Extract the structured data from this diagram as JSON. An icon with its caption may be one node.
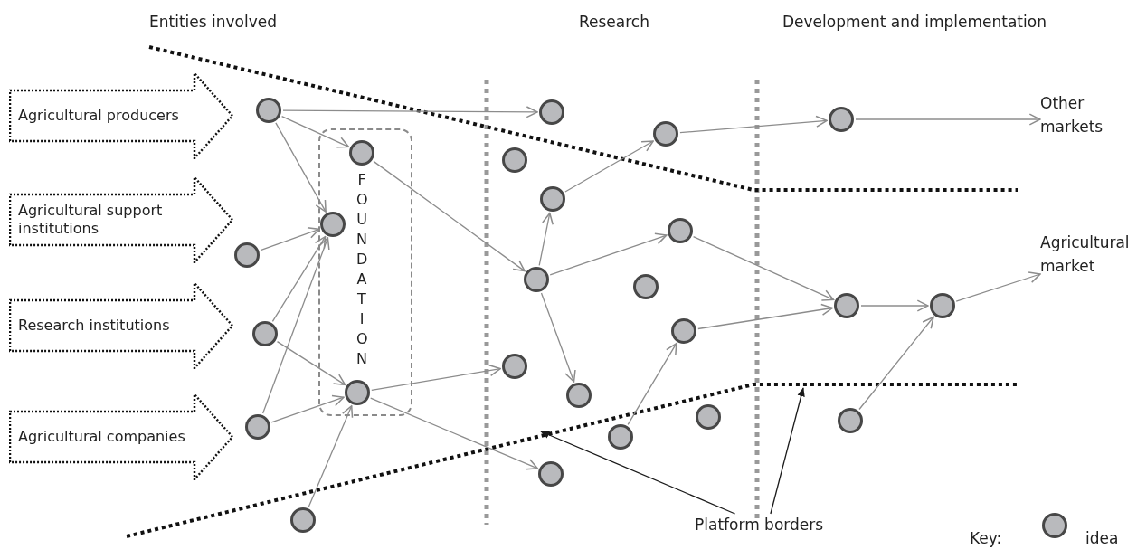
{
  "diagram": {
    "nodes": [
      {
        "text": [
          "Agricultural producers"
        ]
      },
      {
        "text": [
          "Agricultural support institutions"
        ]
      },
      {
        "text": [
          "Research institutions"
        ]
      },
      {
        "text": [
          "Agricultural companies"
        ]
      },
      {
        "text": [
          "FOUNDATION"
        ]
      },
      {
        "text": [],
        "shape": "circle"
      },
      {
        "text": [],
        "shape": "circle",
        "in": 4
      },
      {
        "text": [],
        "shape": "circle",
        "in": 4
      },
      {
        "text": [],
        "shape": "circle"
      },
      {
        "text": [],
        "shape": "circle"
      },
      {
        "text": [],
        "shape": "circle",
        "in": 4
      },
      {
        "text": [],
        "shape": "circle"
      },
      {
        "text": [],
        "shape": "circle"
      },
      {
        "text": [],
        "shape": "circle"
      },
      {
        "text": [],
        "shape": "circle"
      },
      {
        "text": [],
        "shape": "circle"
      },
      {
        "text": [],
        "shape": "circle"
      },
      {
        "text": [],
        "shape": "circle"
      },
      {
        "text": [],
        "shape": "circle"
      },
      {
        "text": [],
        "shape": "circle"
      },
      {
        "text": [],
        "shape": "circle"
      },
      {
        "text": [],
        "shape": "circle"
      },
      {
        "text": [],
        "shape": "circle"
      },
      {
        "text": [],
        "shape": "circle"
      },
      {
        "text": [],
        "shape": "circle"
      },
      {
        "text": [],
        "shape": "circle"
      },
      {
        "text": [],
        "shape": "circle"
      },
      {
        "text": [],
        "shape": "circle"
      },
      {
        "text": [],
        "shape": "circle"
      },
      {
        "text": [],
        "shape": "circle"
      },
      {
        "text": [
          "Other markets"
        ]
      },
      {
        "text": [
          "Agricultural market"
        ]
      },
      {
        "text": [
          "Platform borders"
        ]
      }
    ],
    "edges": [
      {
        "from": 5,
        "to": 13,
        "arrow": "to"
      },
      {
        "from": 5,
        "to": 6,
        "arrow": "to"
      },
      {
        "from": 5,
        "to": 7,
        "arrow": "to"
      },
      {
        "from": 8,
        "to": 7,
        "arrow": "to"
      },
      {
        "from": 9,
        "to": 7,
        "arrow": "to"
      },
      {
        "from": 11,
        "to": 7,
        "arrow": "to"
      },
      {
        "from": 9,
        "to": 10,
        "arrow": "to"
      },
      {
        "from": 11,
        "to": 10,
        "arrow": "to"
      },
      {
        "from": 12,
        "to": 10,
        "arrow": "to"
      },
      {
        "from": 6,
        "to": 16,
        "arrow": "to"
      },
      {
        "from": 10,
        "to": 21,
        "arrow": "to"
      },
      {
        "from": 10,
        "to": 24,
        "arrow": "to"
      },
      {
        "from": 16,
        "to": 15,
        "arrow": "to"
      },
      {
        "from": 16,
        "to": 18,
        "arrow": "to"
      },
      {
        "from": 16,
        "to": 22,
        "arrow": "to"
      },
      {
        "from": 15,
        "to": 17,
        "arrow": "to"
      },
      {
        "from": 17,
        "to": 26,
        "arrow": "to"
      },
      {
        "from": 18,
        "to": 27,
        "arrow": "to"
      },
      {
        "from": 20,
        "to": 27,
        "arrow": "to"
      },
      {
        "from": 23,
        "to": 20,
        "arrow": "to"
      },
      {
        "from": 27,
        "to": 28,
        "arrow": "to"
      },
      {
        "from": 29,
        "to": 28,
        "arrow": "to"
      },
      {
        "from": 26,
        "to": 30,
        "arrow": "to"
      },
      {
        "from": 28,
        "to": 31,
        "arrow": "to"
      },
      {
        "from": 32,
        "to": null,
        "arrow": "to",
        "color": "#1a1a1a"
      },
      {
        "from": 32,
        "to": null,
        "arrow": "to",
        "color": "#1a1a1a"
      }
    ],
    "labels": [
      "Entities involved",
      "Research",
      "Development and implementation",
      "Key:"
    ],
    "legend": [
      {
        "text": "idea"
      }
    ]
  }
}
